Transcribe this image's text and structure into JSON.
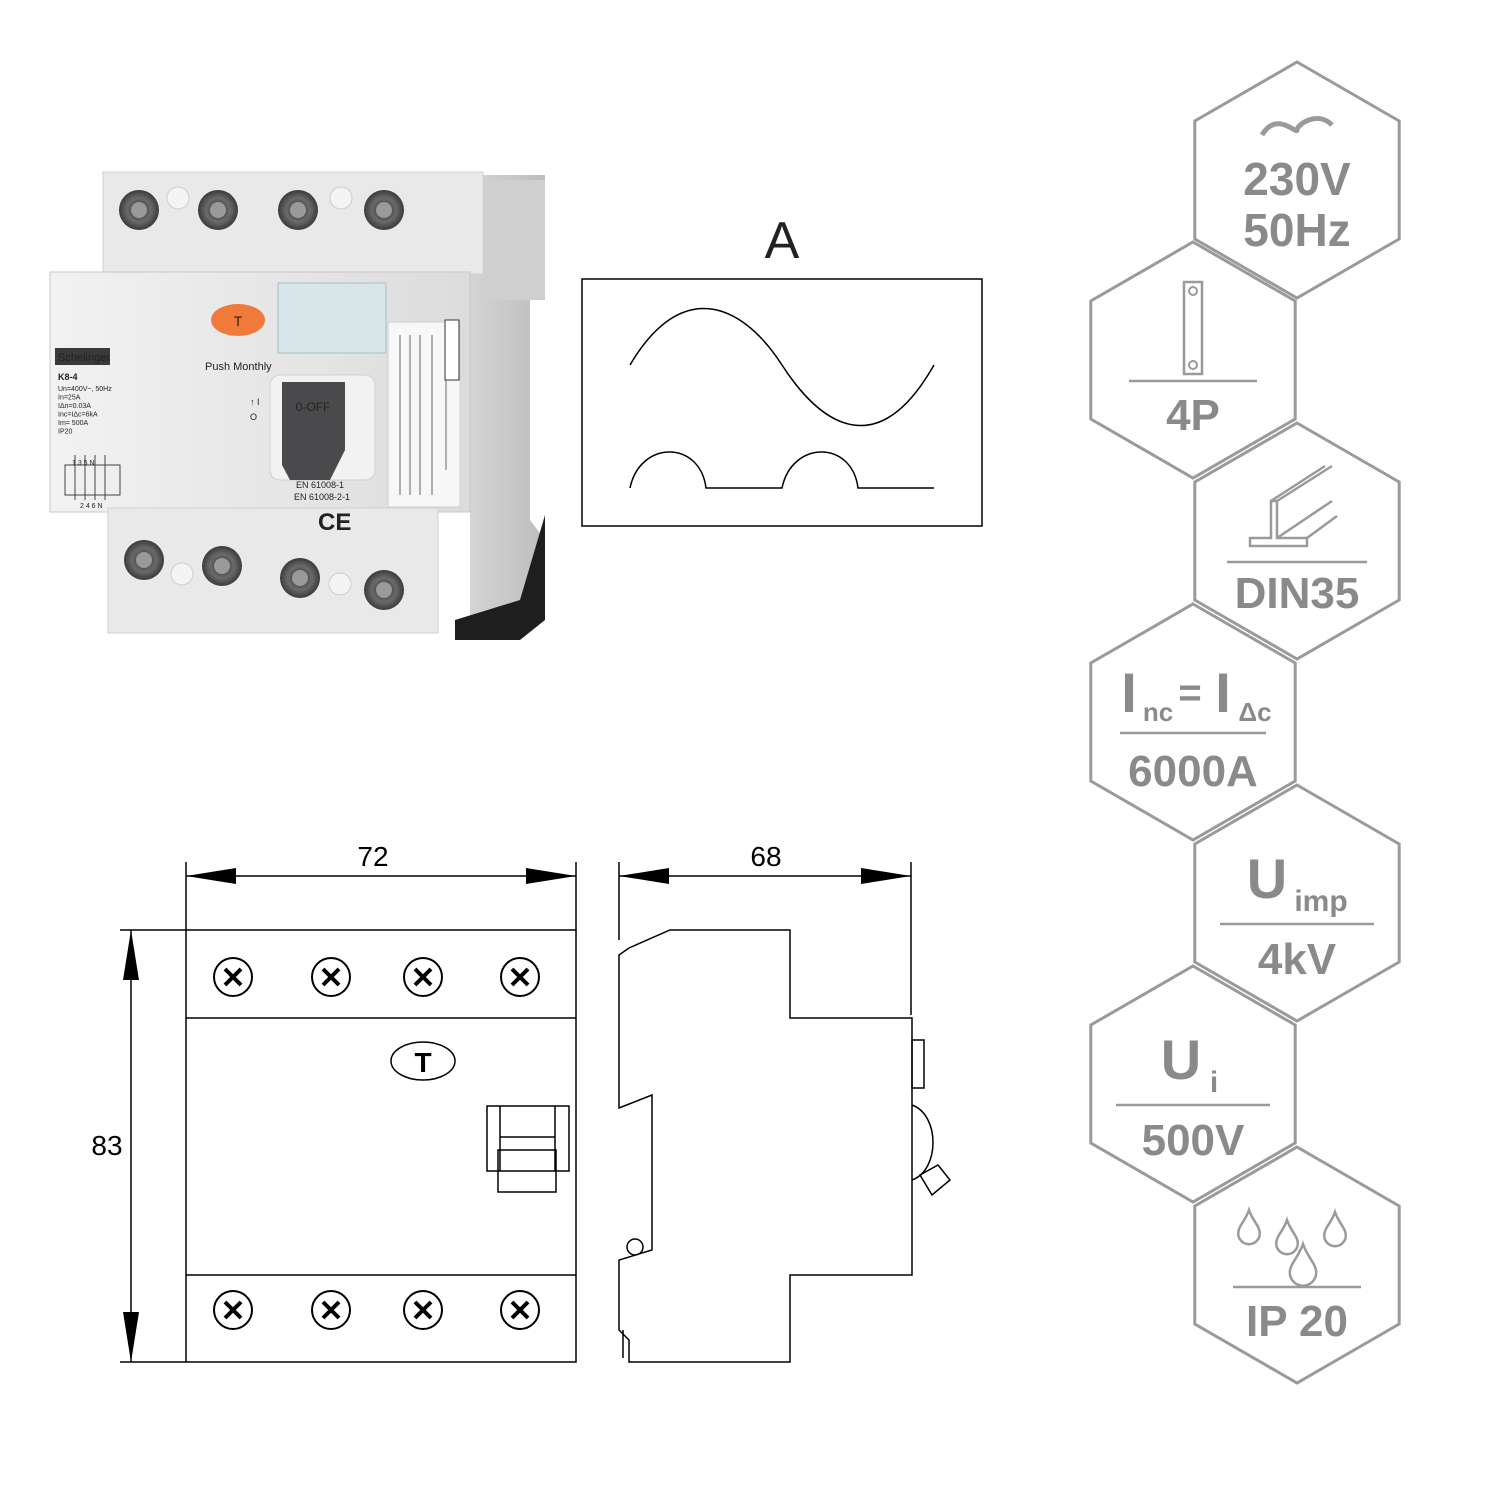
{
  "product": {
    "brand": "Schelinger",
    "model": "K8-4",
    "label_lines": [
      "Un=400V~, 50Hz",
      "In=25A",
      "IΔn=0.03A",
      "Inc=IΔc=6kA",
      "Im= 500A",
      "IP20"
    ],
    "test_hint": "Push Monthly",
    "test_button": "T",
    "toggle_text": "0-OFF",
    "toggle_marks": "I\nO",
    "standards": [
      "EN 61008-1",
      "EN 61008-2-1"
    ],
    "ce_mark": "CE",
    "terminals_top": "1 3 5 N",
    "terminals_bottom": "2 4 6 N"
  },
  "waveform": {
    "title": "A"
  },
  "dimensions": {
    "width": "72",
    "depth": "68",
    "height": "83",
    "test_symbol": "T"
  },
  "specs": [
    {
      "id": "voltage",
      "icon": "tilde-icon",
      "lines": [
        "230V",
        "50Hz"
      ]
    },
    {
      "id": "poles",
      "icon": "pole-icon",
      "lines": [
        "4P"
      ]
    },
    {
      "id": "mounting",
      "icon": "din-rail-icon",
      "lines": [
        "DIN35"
      ]
    },
    {
      "id": "breaking",
      "icon": "",
      "sym": [
        "I",
        "nc",
        "=",
        "I",
        "Δc"
      ],
      "lines": [
        "6000A"
      ]
    },
    {
      "id": "impulse",
      "icon": "",
      "sym": [
        "U",
        "imp"
      ],
      "lines": [
        "4kV"
      ]
    },
    {
      "id": "insulation",
      "icon": "",
      "sym": [
        "U",
        "i"
      ],
      "lines": [
        "500V"
      ]
    },
    {
      "id": "protection",
      "icon": "water-drops-icon",
      "lines": [
        "IP 20"
      ]
    }
  ],
  "colors": {
    "hex_stroke": "#9a9a9a",
    "hex_text": "#8a8a8a",
    "device_body": "#e6e6e6",
    "device_dark": "#4a4a4c",
    "test_orange": "#f07a3a",
    "line": "#000000"
  }
}
